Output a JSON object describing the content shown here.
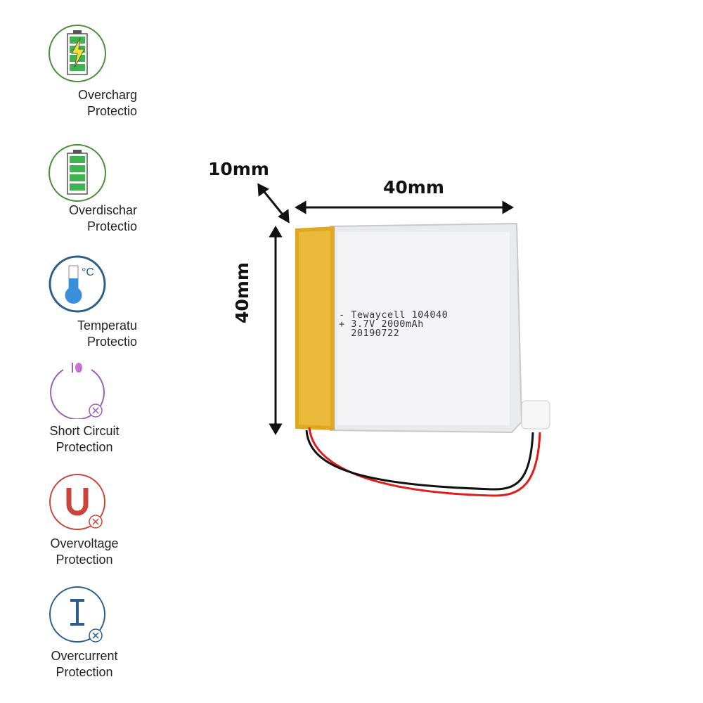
{
  "features": [
    {
      "icon": "battery-charging-icon",
      "line1": "Overcharg",
      "line2": "Protectio",
      "color": "#4a8f3c"
    },
    {
      "icon": "battery-full-icon",
      "line1": "Overdischar",
      "line2": "Protectio",
      "color": "#4a8f3c"
    },
    {
      "icon": "thermometer-icon",
      "line1": "Temperatu",
      "line2": "Protectio",
      "color": "#2c5e8c"
    },
    {
      "icon": "short-circuit-icon",
      "line1": "Short Circuit",
      "line2": "Protection",
      "color": "#9a62b0"
    },
    {
      "icon": "overvoltage-icon",
      "line1": "Overvoltage",
      "line2": "Protection",
      "color": "#c9453b"
    },
    {
      "icon": "overcurrent-icon",
      "line1": "Overcurrent",
      "line2": "Protection",
      "color": "#2c5e8c"
    }
  ],
  "dimensions": {
    "thickness": "10mm",
    "width": "40mm",
    "height": "40mm"
  },
  "battery_label": {
    "line1": "- Tewaycell 104040",
    "line2": "+ 3.7V 2000mAh",
    "line3": "  20190722"
  }
}
